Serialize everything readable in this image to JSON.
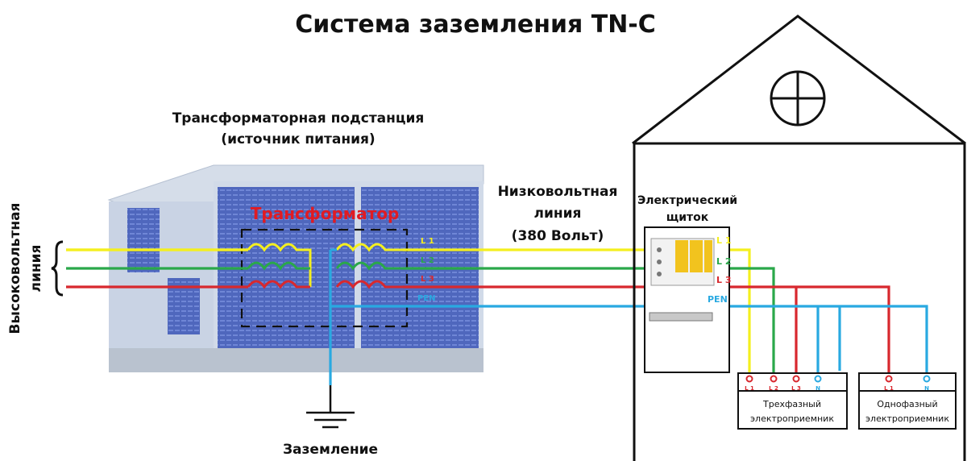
{
  "title": "Система заземления TN-C",
  "substation": {
    "title_line1": "Трансформаторная подстанция",
    "title_line2": "(источник питания)",
    "transformer_label": "Трансформатор",
    "body_color": "#5b74c8",
    "roof_color": "#c7d2e2"
  },
  "high_voltage": {
    "line1": "Высоковольтная",
    "line2": "линия"
  },
  "low_voltage": {
    "line1": "Низковольтная",
    "line2": "линия",
    "line3": "(380 Вольт)"
  },
  "panel": {
    "line1": "Электрический",
    "line2": "щиток"
  },
  "ground_label": "Заземление",
  "phases": {
    "l1": "L 1",
    "l2": "L 2",
    "l3": "L 3",
    "pen": "PEN",
    "n": "N",
    "l1_color": "#f4ef1e",
    "l2_color": "#2aa84a",
    "l3_color": "#d8282e",
    "pen_color": "#29a9e1"
  },
  "three_phase_load": {
    "line1": "Трехфазный",
    "line2": "электроприемник"
  },
  "single_phase_load": {
    "line1": "Однофазный",
    "line2": "электроприемник"
  }
}
